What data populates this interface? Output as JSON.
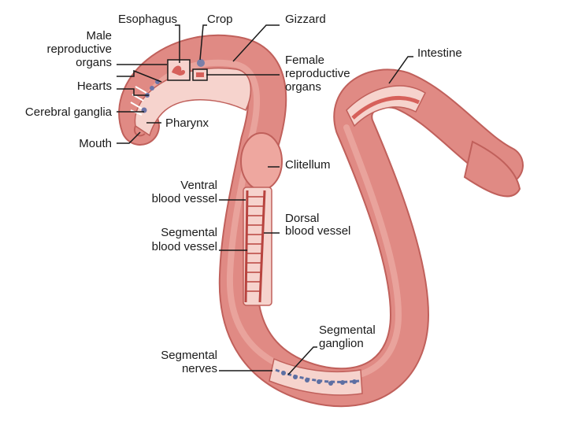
{
  "diagram": {
    "colors": {
      "body": "#e08a84",
      "body_dark": "#c0605b",
      "body_light": "#f1b8b0",
      "clitellum": "#eea79f",
      "nerve": "#5d6fa3",
      "leader": "#1a1a1a"
    },
    "labels": {
      "esophagus": "Esophagus",
      "crop": "Crop",
      "gizzard": "Gizzard",
      "male_1": "Male",
      "male_2": "reproductive",
      "male_3": "organs",
      "hearts": "Hearts",
      "cerebral": "Cerebral ganglia",
      "pharynx": "Pharynx",
      "mouth": "Mouth",
      "female_1": "Female",
      "female_2": "reproductive",
      "female_3": "organs",
      "intestine": "Intestine",
      "clitellum": "Clitellum",
      "ventral_1": "Ventral",
      "ventral_2": "blood vessel",
      "dorsal_1": "Dorsal",
      "dorsal_2": "blood vessel",
      "segvessel_1": "Segmental",
      "segvessel_2": "blood vessel",
      "segganglion_1": "Segmental",
      "segganglion_2": "ganglion",
      "segnerves_1": "Segmental",
      "segnerves_2": "nerves"
    }
  }
}
